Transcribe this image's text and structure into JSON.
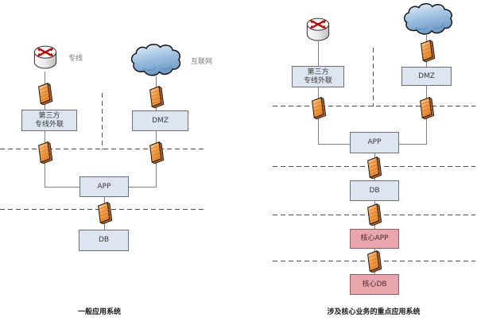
{
  "colors": {
    "box_fill": "#dde5f0",
    "box_border": "#6e6e78",
    "core_box_fill": "#e9a6ad",
    "core_box_border": "#8f5d63",
    "firewall_orange": "#ef9240",
    "firewall_dark": "#bc5f14",
    "cloud_blue": "#8fb4d9",
    "router_red": "#c00000",
    "connector_gray": "#7f7f7f",
    "dashed_line_gray": "#4d4d4d",
    "label_gray": "#7a7a7a",
    "caption_black": "#1a1a1a"
  },
  "left_system": {
    "caption": "一般应用系统",
    "router_label": "专线",
    "cloud_label": "互联网",
    "third_party_box_line1": "第三方",
    "third_party_box_line2": "专线外联",
    "dmz_box": "DMZ",
    "app_box": "APP",
    "db_box": "DB"
  },
  "right_system": {
    "caption": "涉及核心业务的重点应用系统",
    "third_party_box_line1": "第三方",
    "third_party_box_line2": "专线外联",
    "dmz_box": "DMZ",
    "app_box": "APP",
    "db_box": "DB",
    "core_app_box": "核心APP",
    "core_db_box": "核心DB"
  }
}
